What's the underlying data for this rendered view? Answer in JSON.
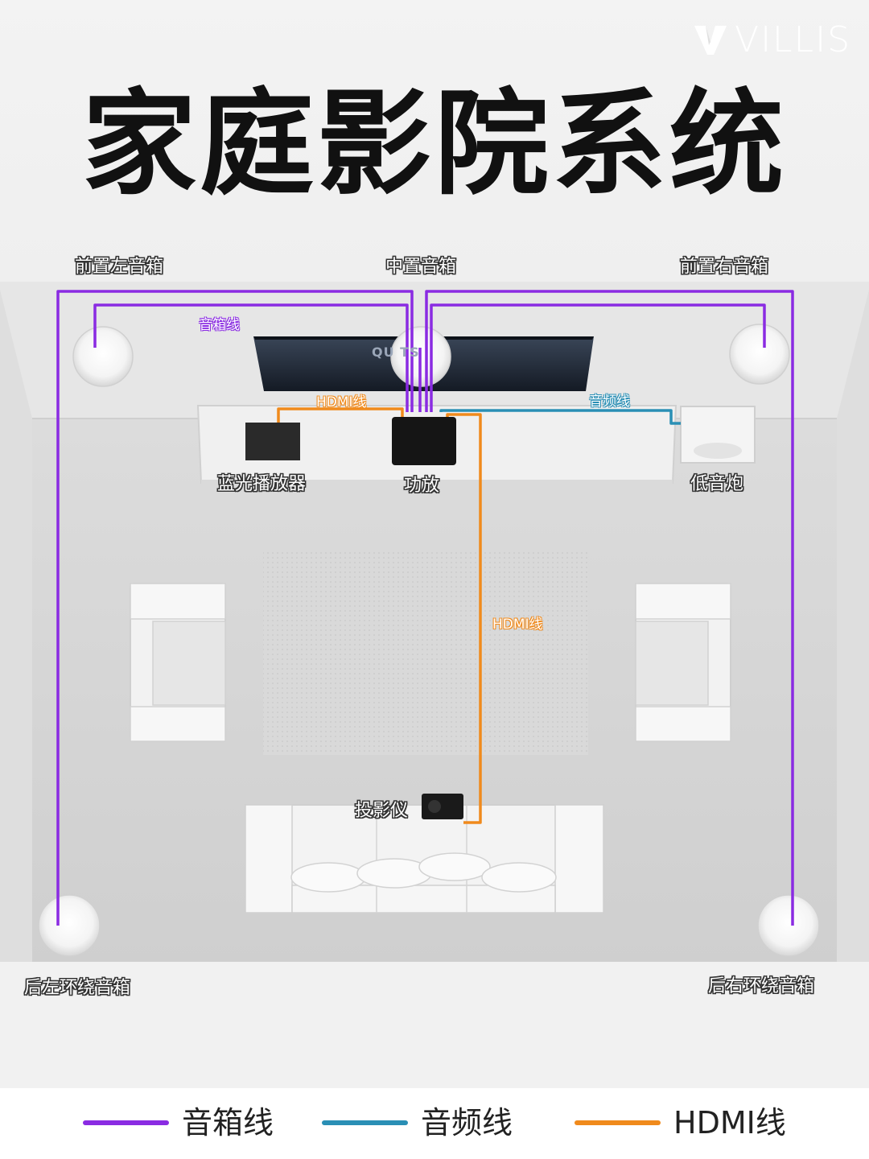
{
  "brand": {
    "name": "VILLIS"
  },
  "title": "家庭影院系统",
  "colors": {
    "speaker_wire": "#8a2be2",
    "audio_wire": "#2a8fb5",
    "hdmi_wire": "#f08a1c"
  },
  "labels": {
    "front_left": "前置左音箱",
    "center": "中置音箱",
    "front_right": "前置右音箱",
    "bluray": "蓝光播放器",
    "amp": "功放",
    "subwoofer": "低音炮",
    "projector": "投影仪",
    "rear_left": "后左环绕音箱",
    "rear_right": "后右环绕音箱"
  },
  "tv_screen_text": "QU  TS",
  "wire_labels": {
    "speaker_wire": "音箱线",
    "hdmi_top": "HDMI线",
    "audio_wire": "音频线",
    "hdmi_vertical": "HDMI线"
  },
  "legend": [
    {
      "label": "音箱线",
      "color": "#8a2be2"
    },
    {
      "label": "音频线",
      "color": "#2a8fb5"
    },
    {
      "label": "HDMI线",
      "color": "#f08a1c"
    }
  ]
}
